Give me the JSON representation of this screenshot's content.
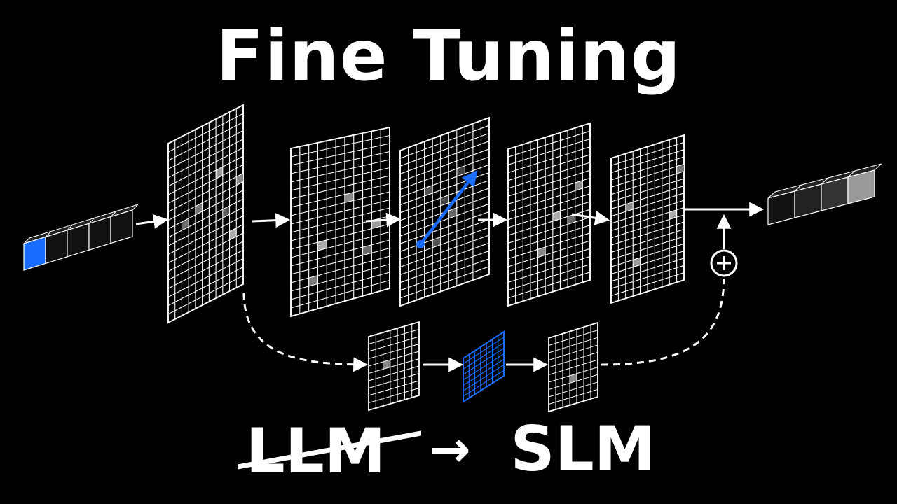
{
  "title": "Fine Tuning",
  "bottom": {
    "old_label": "LLM",
    "arrow": "→",
    "new_label": "SLM"
  },
  "icons": {
    "plus": "plus-circle-icon",
    "arrow": "arrow-right-icon"
  },
  "colors": {
    "background": "#000000",
    "stroke": "#ffffff",
    "accent": "#1a6dff"
  }
}
